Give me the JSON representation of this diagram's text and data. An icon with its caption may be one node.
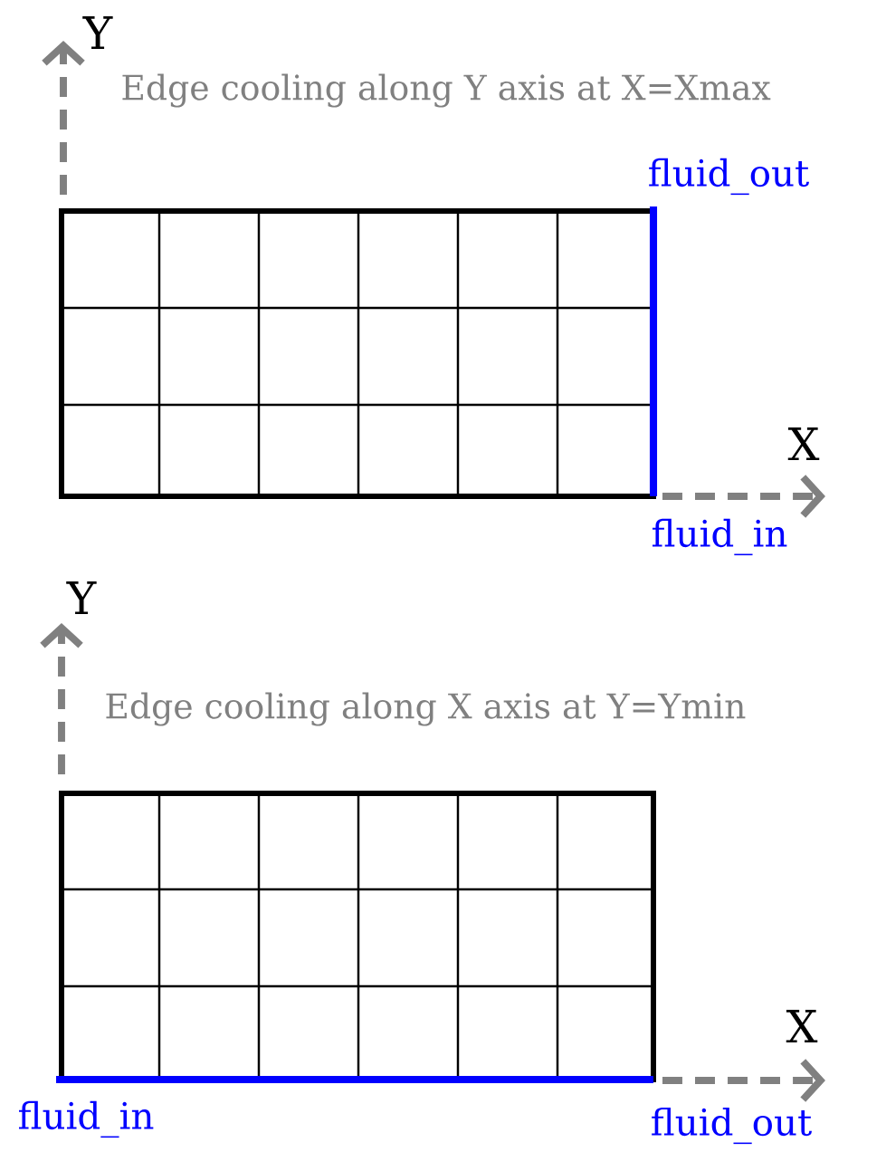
{
  "diagram": {
    "labels": [
      "Y",
      "Edge cooling along Y axis at X=Xmax",
      "fluid_out",
      "X",
      "fluid_in",
      "Y",
      "Edge cooling along X axis at Y=Ymin",
      "X",
      "fluid_in",
      "fluid_out"
    ]
  }
}
